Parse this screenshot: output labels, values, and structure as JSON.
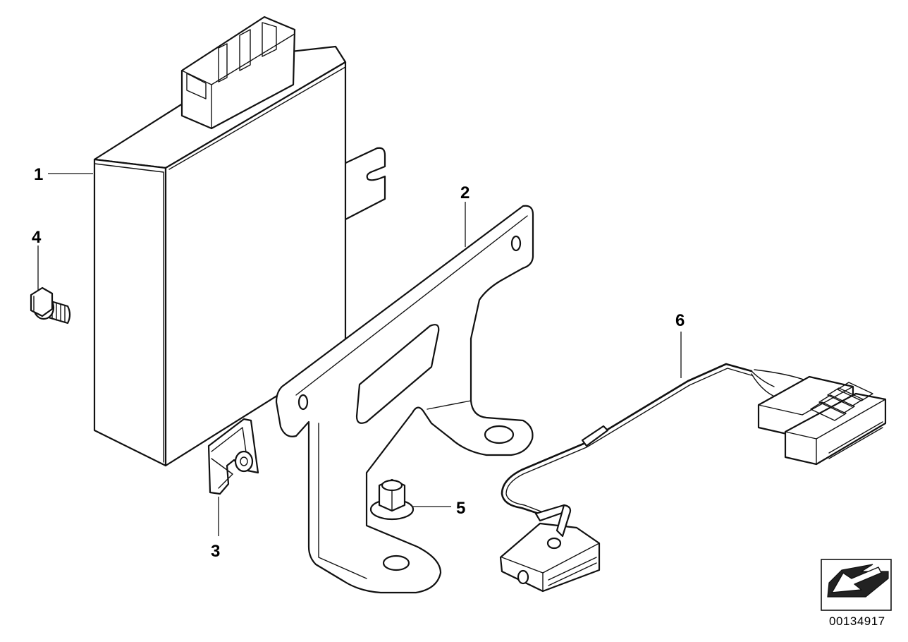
{
  "diagram": {
    "callouts": {
      "c1": "1",
      "c2": "2",
      "c3": "3",
      "c4": "4",
      "c5": "5",
      "c6": "6"
    },
    "document_number": "00134917",
    "icons": [
      "direction-arrow-icon"
    ],
    "colors": {
      "line": "#111111",
      "background": "#ffffff"
    }
  }
}
